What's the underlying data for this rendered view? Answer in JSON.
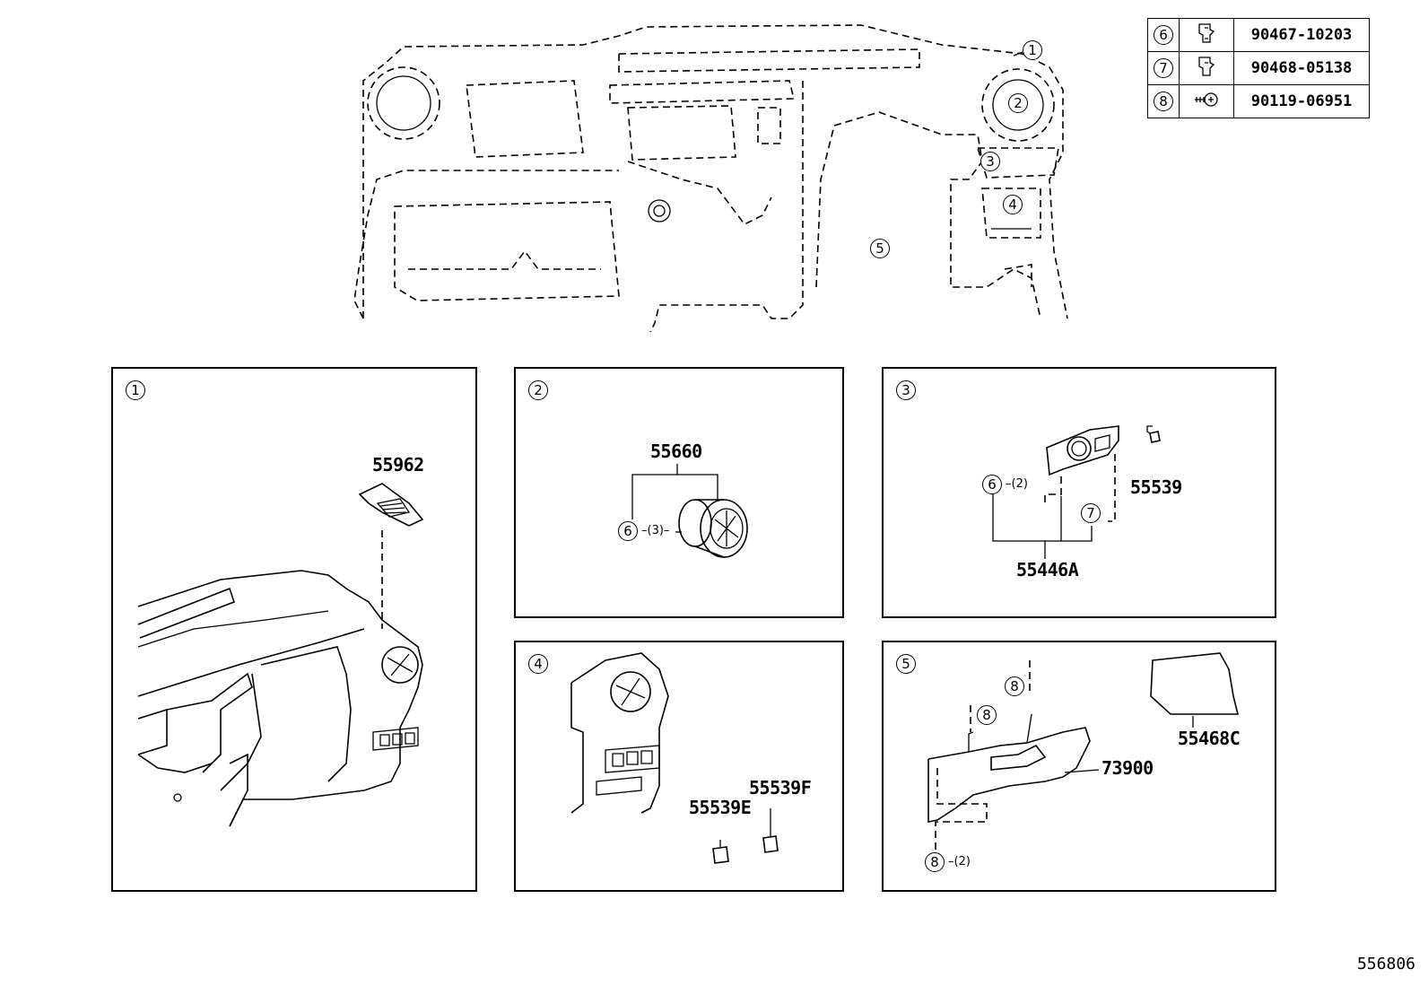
{
  "legend": [
    {
      "ref": "6",
      "icon": "clip-icon",
      "part_no": "90467-10203"
    },
    {
      "ref": "7",
      "icon": "clip-icon",
      "part_no": "90468-05138"
    },
    {
      "ref": "8",
      "icon": "screw-icon",
      "part_no": "90119-06951"
    }
  ],
  "overview": {
    "callouts": [
      "1",
      "2",
      "3",
      "4",
      "5"
    ]
  },
  "panels": {
    "p1": {
      "ref": "1",
      "part": "55962"
    },
    "p2": {
      "ref": "2",
      "part": "55660",
      "fastener_ref": "6",
      "fastener_qty": "(3)"
    },
    "p3": {
      "ref": "3",
      "part_assembly": "55446A",
      "part_side": "55539",
      "fastener_a_ref": "6",
      "fastener_a_qty": "(2)",
      "fastener_b_ref": "7"
    },
    "p4": {
      "ref": "4",
      "part_e": "55539E",
      "part_f": "55539F"
    },
    "p5": {
      "ref": "5",
      "part_main": "73900",
      "part_side": "55468C",
      "screw_ref_a": "8",
      "screw_ref_b": "8",
      "screw_ref_c": "8",
      "screw_qty": "(2)"
    }
  },
  "diagram_id": "556806"
}
